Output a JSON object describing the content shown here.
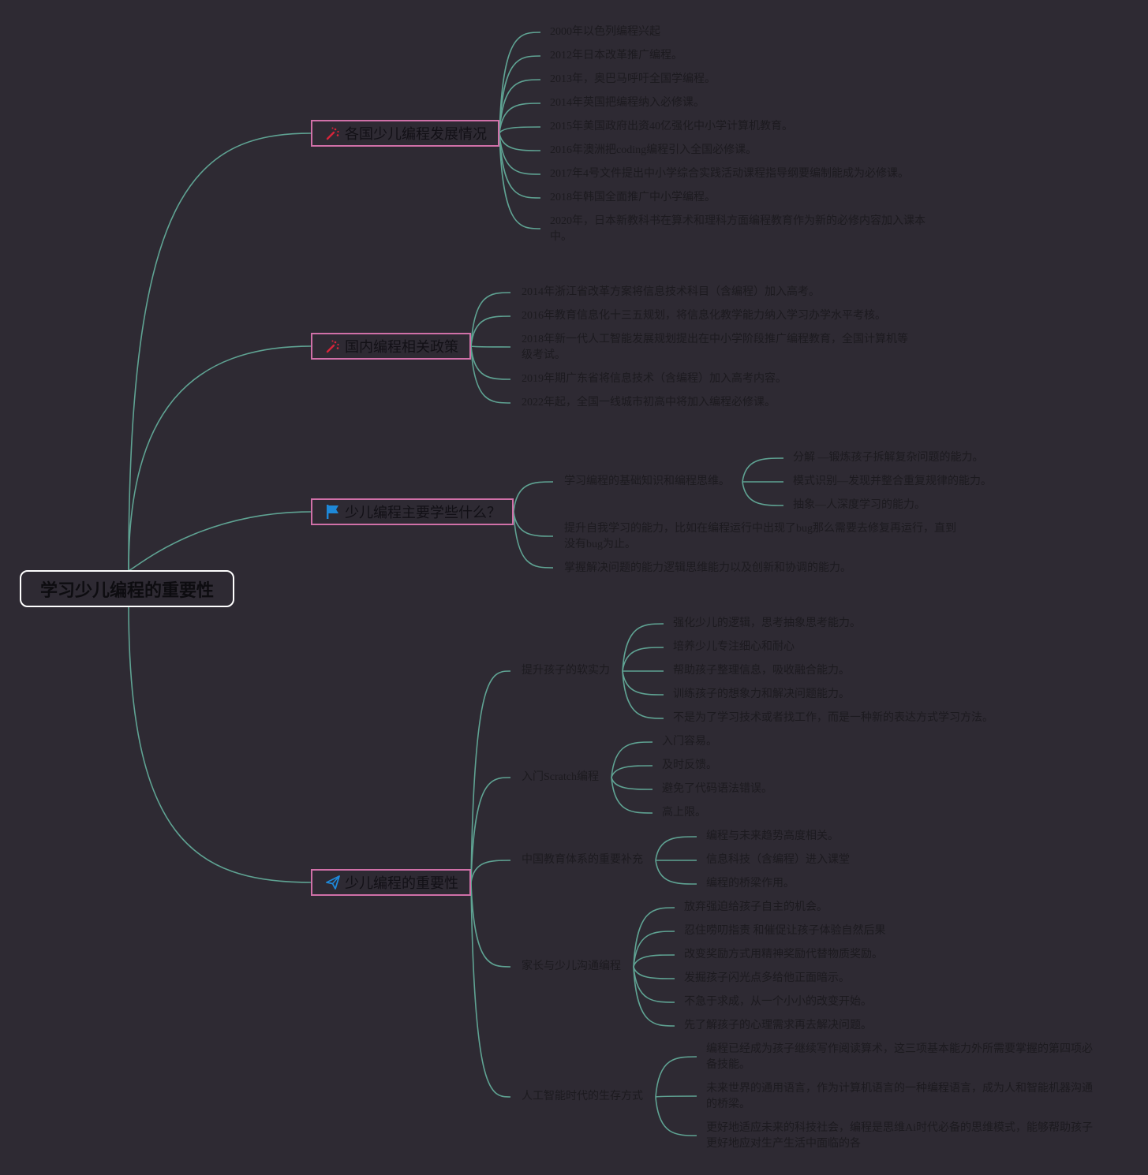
{
  "root": {
    "label": "学习少儿编程的重要性"
  },
  "colors": {
    "background": "#2e2a33",
    "link": "#5fa393",
    "branch_border": "#d070a8",
    "root_border": "#ffffff"
  },
  "branches": [
    {
      "label": "各国少儿编程发展情况",
      "icon": "wand-sparkle-icon",
      "children": [
        {
          "text": "2000年以色列编程兴起"
        },
        {
          "text": "2012年日本改革推广编程。"
        },
        {
          "text": "2013年，奥巴马呼吁全国学编程。"
        },
        {
          "text": "2014年英国把编程纳入必修课。"
        },
        {
          "text": "2015年美国政府出资40亿强化中小学计算机教育。"
        },
        {
          "text": "2016年澳洲把coding编程引入全国必修课。"
        },
        {
          "text": "2017年4号文件提出中小学综合实践活动课程指导纲要编制能成为必修课。"
        },
        {
          "text": "2018年韩国全面推广中小学编程。"
        },
        {
          "text": "2020年，日本新教科书在算术和理科方面编程教育作为新的必修内容加入课本中。"
        }
      ]
    },
    {
      "label": "国内编程相关政策",
      "icon": "wand-sparkle-icon",
      "children": [
        {
          "text": "2014年浙江省改革方案将信息技术科目（含编程）加入高考。"
        },
        {
          "text": "2016年教育信息化十三五规划，将信息化教学能力纳入学习办学水平考核。"
        },
        {
          "text": "2018年新一代人工智能发展规划提出在中小学阶段推广编程教育，全国计算机等级考试。"
        },
        {
          "text": "2019年期广东省将信息技术（含编程）加入高考内容。"
        },
        {
          "text": "2022年起，全国一线城市初高中将加入编程必修课。"
        }
      ]
    },
    {
      "label": "少儿编程主要学些什么？",
      "icon": "flag-icon",
      "children": [
        {
          "text": "学习编程的基础知识和编程思维。",
          "children": [
            {
              "text": "分解 —锻炼孩子拆解复杂问题的能力。"
            },
            {
              "text": "模式识别—发现并整合重复规律的能力。"
            },
            {
              "text": "抽象—人深度学习的能力。"
            }
          ]
        },
        {
          "text": "提升自我学习的能力，比如在编程运行中出现了bug那么需要去修复再运行，直到没有bug为止。"
        },
        {
          "text": "掌握解决问题的能力逻辑思维能力以及创新和协调的能力。"
        }
      ]
    },
    {
      "label": "少儿编程的重要性",
      "icon": "paper-plane-icon",
      "children": [
        {
          "text": "提升孩子的软实力",
          "children": [
            {
              "text": "强化少儿的逻辑，思考抽象思考能力。"
            },
            {
              "text": "培养少儿专注细心和耐心"
            },
            {
              "text": "帮助孩子整理信息，吸收融合能力。"
            },
            {
              "text": "训练孩子的想象力和解决问题能力。"
            },
            {
              "text": "不是为了学习技术或者找工作，而是一种新的表达方式学习方法。"
            }
          ]
        },
        {
          "text": "入门Scratch编程",
          "children": [
            {
              "text": "入门容易。"
            },
            {
              "text": "及时反馈。"
            },
            {
              "text": "避免了代码语法错误。"
            },
            {
              "text": "高上限。"
            }
          ]
        },
        {
          "text": "中国教育体系的重要补充",
          "children": [
            {
              "text": "编程与未来趋势高度相关。"
            },
            {
              "text": "信息科技（含编程）进入课堂"
            },
            {
              "text": "编程的桥梁作用。"
            }
          ]
        },
        {
          "text": "家长与少儿沟通编程",
          "children": [
            {
              "text": "放弃强迫给孩子自主的机会。"
            },
            {
              "text": "忍住唠叨指责 和催促让孩子体验自然后果"
            },
            {
              "text": "改变奖励方式用精神奖励代替物质奖励。"
            },
            {
              "text": "发掘孩子闪光点多给他正面暗示。"
            },
            {
              "text": "不急于求成，从一个小小的改变开始。"
            },
            {
              "text": "先了解孩子的心理需求再去解决问题。"
            }
          ]
        },
        {
          "text": "人工智能时代的生存方式",
          "children": [
            {
              "text": "编程已经成为孩子继续写作阅读算术，这三项基本能力外所需要掌握的第四项必备技能。"
            },
            {
              "text": "未来世界的通用语言，作为计算机语言的一种编程语言，成为人和智能机器沟通的桥梁。"
            },
            {
              "text": "更好地适应未来的科技社会，编程是思维Ai时代必备的思维模式，能够帮助孩子更好地应对生产生活中面临的各"
            }
          ]
        }
      ]
    }
  ]
}
